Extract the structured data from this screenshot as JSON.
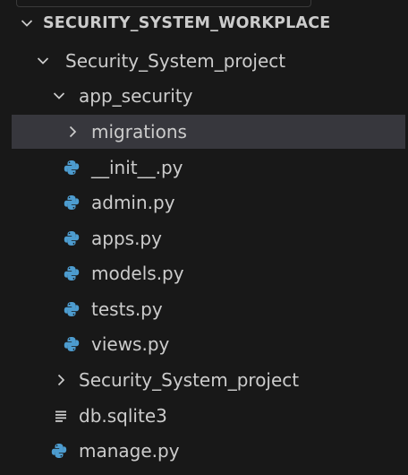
{
  "explorer": {
    "root_label": "SECURITY_SYSTEM_WORKPLACE",
    "items": [
      {
        "label": "Security_System_project",
        "kind": "folder",
        "expanded": true
      },
      {
        "label": "app_security",
        "kind": "folder",
        "expanded": true
      },
      {
        "label": "migrations",
        "kind": "folder",
        "expanded": false,
        "selected": true
      },
      {
        "label": "__init__.py",
        "kind": "python-file"
      },
      {
        "label": "admin.py",
        "kind": "python-file"
      },
      {
        "label": "apps.py",
        "kind": "python-file"
      },
      {
        "label": "models.py",
        "kind": "python-file"
      },
      {
        "label": "tests.py",
        "kind": "python-file"
      },
      {
        "label": "views.py",
        "kind": "python-file"
      },
      {
        "label": "Security_System_project",
        "kind": "folder",
        "expanded": false
      },
      {
        "label": "db.sqlite3",
        "kind": "database-file"
      },
      {
        "label": "manage.py",
        "kind": "python-file"
      }
    ]
  },
  "colors": {
    "background": "#181818",
    "selected_row": "#37373d",
    "text": "#cccccc",
    "python_icon": "#4d9ccf"
  },
  "icons": {
    "expanded": "chevron-down-icon",
    "collapsed": "chevron-right-icon",
    "python": "python-icon",
    "database": "lines-icon"
  }
}
